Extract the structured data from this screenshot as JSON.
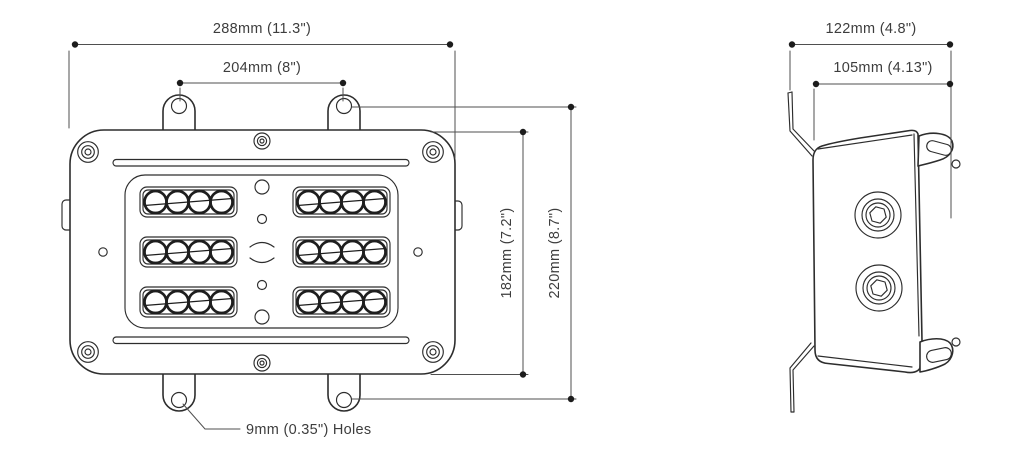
{
  "drawing_type": "dimensional line drawing, front and side views",
  "front_view": {
    "width_overall": "288mm (11.3\")",
    "width_hole_spacing": "204mm (8\")",
    "height_body": "182mm (7.2\")",
    "height_overall": "220mm (8.7\")",
    "holes_note": "9mm (0.35\") Holes"
  },
  "side_view": {
    "depth_overall": "122mm (4.8\")",
    "depth_body": "105mm (4.13\")"
  },
  "colors": {
    "background": "#ffffff",
    "object_line": "#2d2d2d",
    "dimension_line": "#4f4f4f",
    "text": "#3d3d3d"
  }
}
